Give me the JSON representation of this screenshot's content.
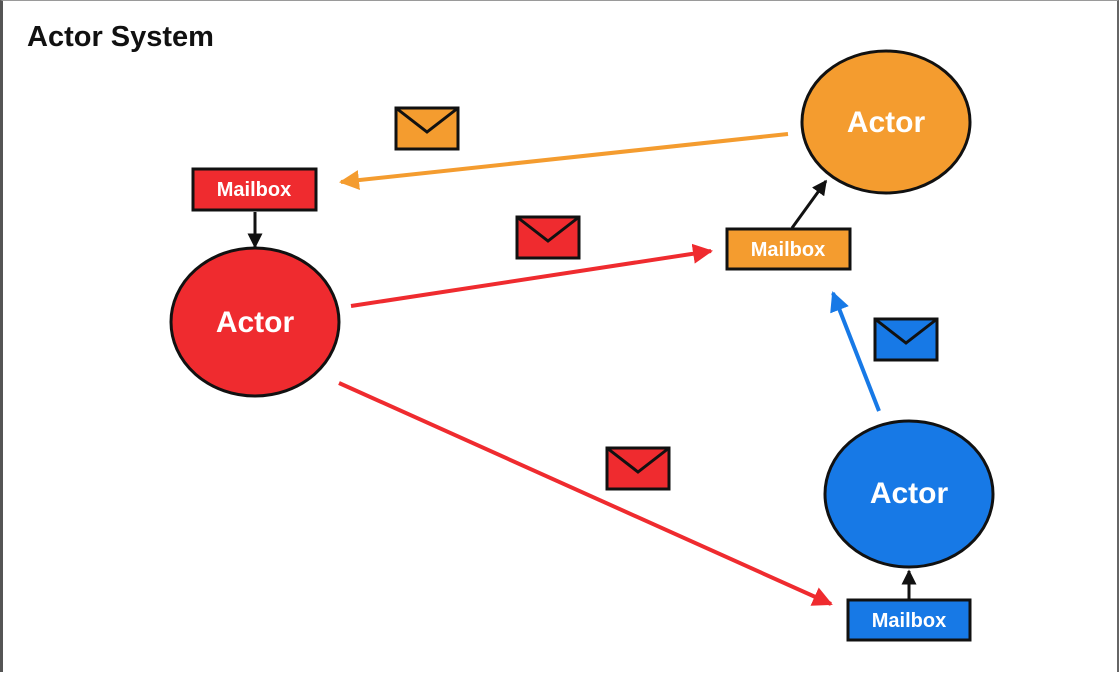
{
  "title": "Actor System",
  "colors": {
    "red": "#ef2b2f",
    "orange": "#f49c2f",
    "blue": "#1779e6",
    "outline": "#111111",
    "white": "#ffffff"
  },
  "actors": [
    {
      "id": "red",
      "label": "Actor",
      "mailbox_label": "Mailbox"
    },
    {
      "id": "orange",
      "label": "Actor",
      "mailbox_label": "Mailbox"
    },
    {
      "id": "blue",
      "label": "Actor",
      "mailbox_label": "Mailbox"
    }
  ],
  "messages": [
    {
      "from": "orange",
      "to": "red",
      "icon": "envelope-icon"
    },
    {
      "from": "red",
      "to": "orange",
      "icon": "envelope-icon"
    },
    {
      "from": "red",
      "to": "blue",
      "icon": "envelope-icon"
    },
    {
      "from": "blue",
      "to": "orange",
      "icon": "envelope-icon"
    }
  ]
}
